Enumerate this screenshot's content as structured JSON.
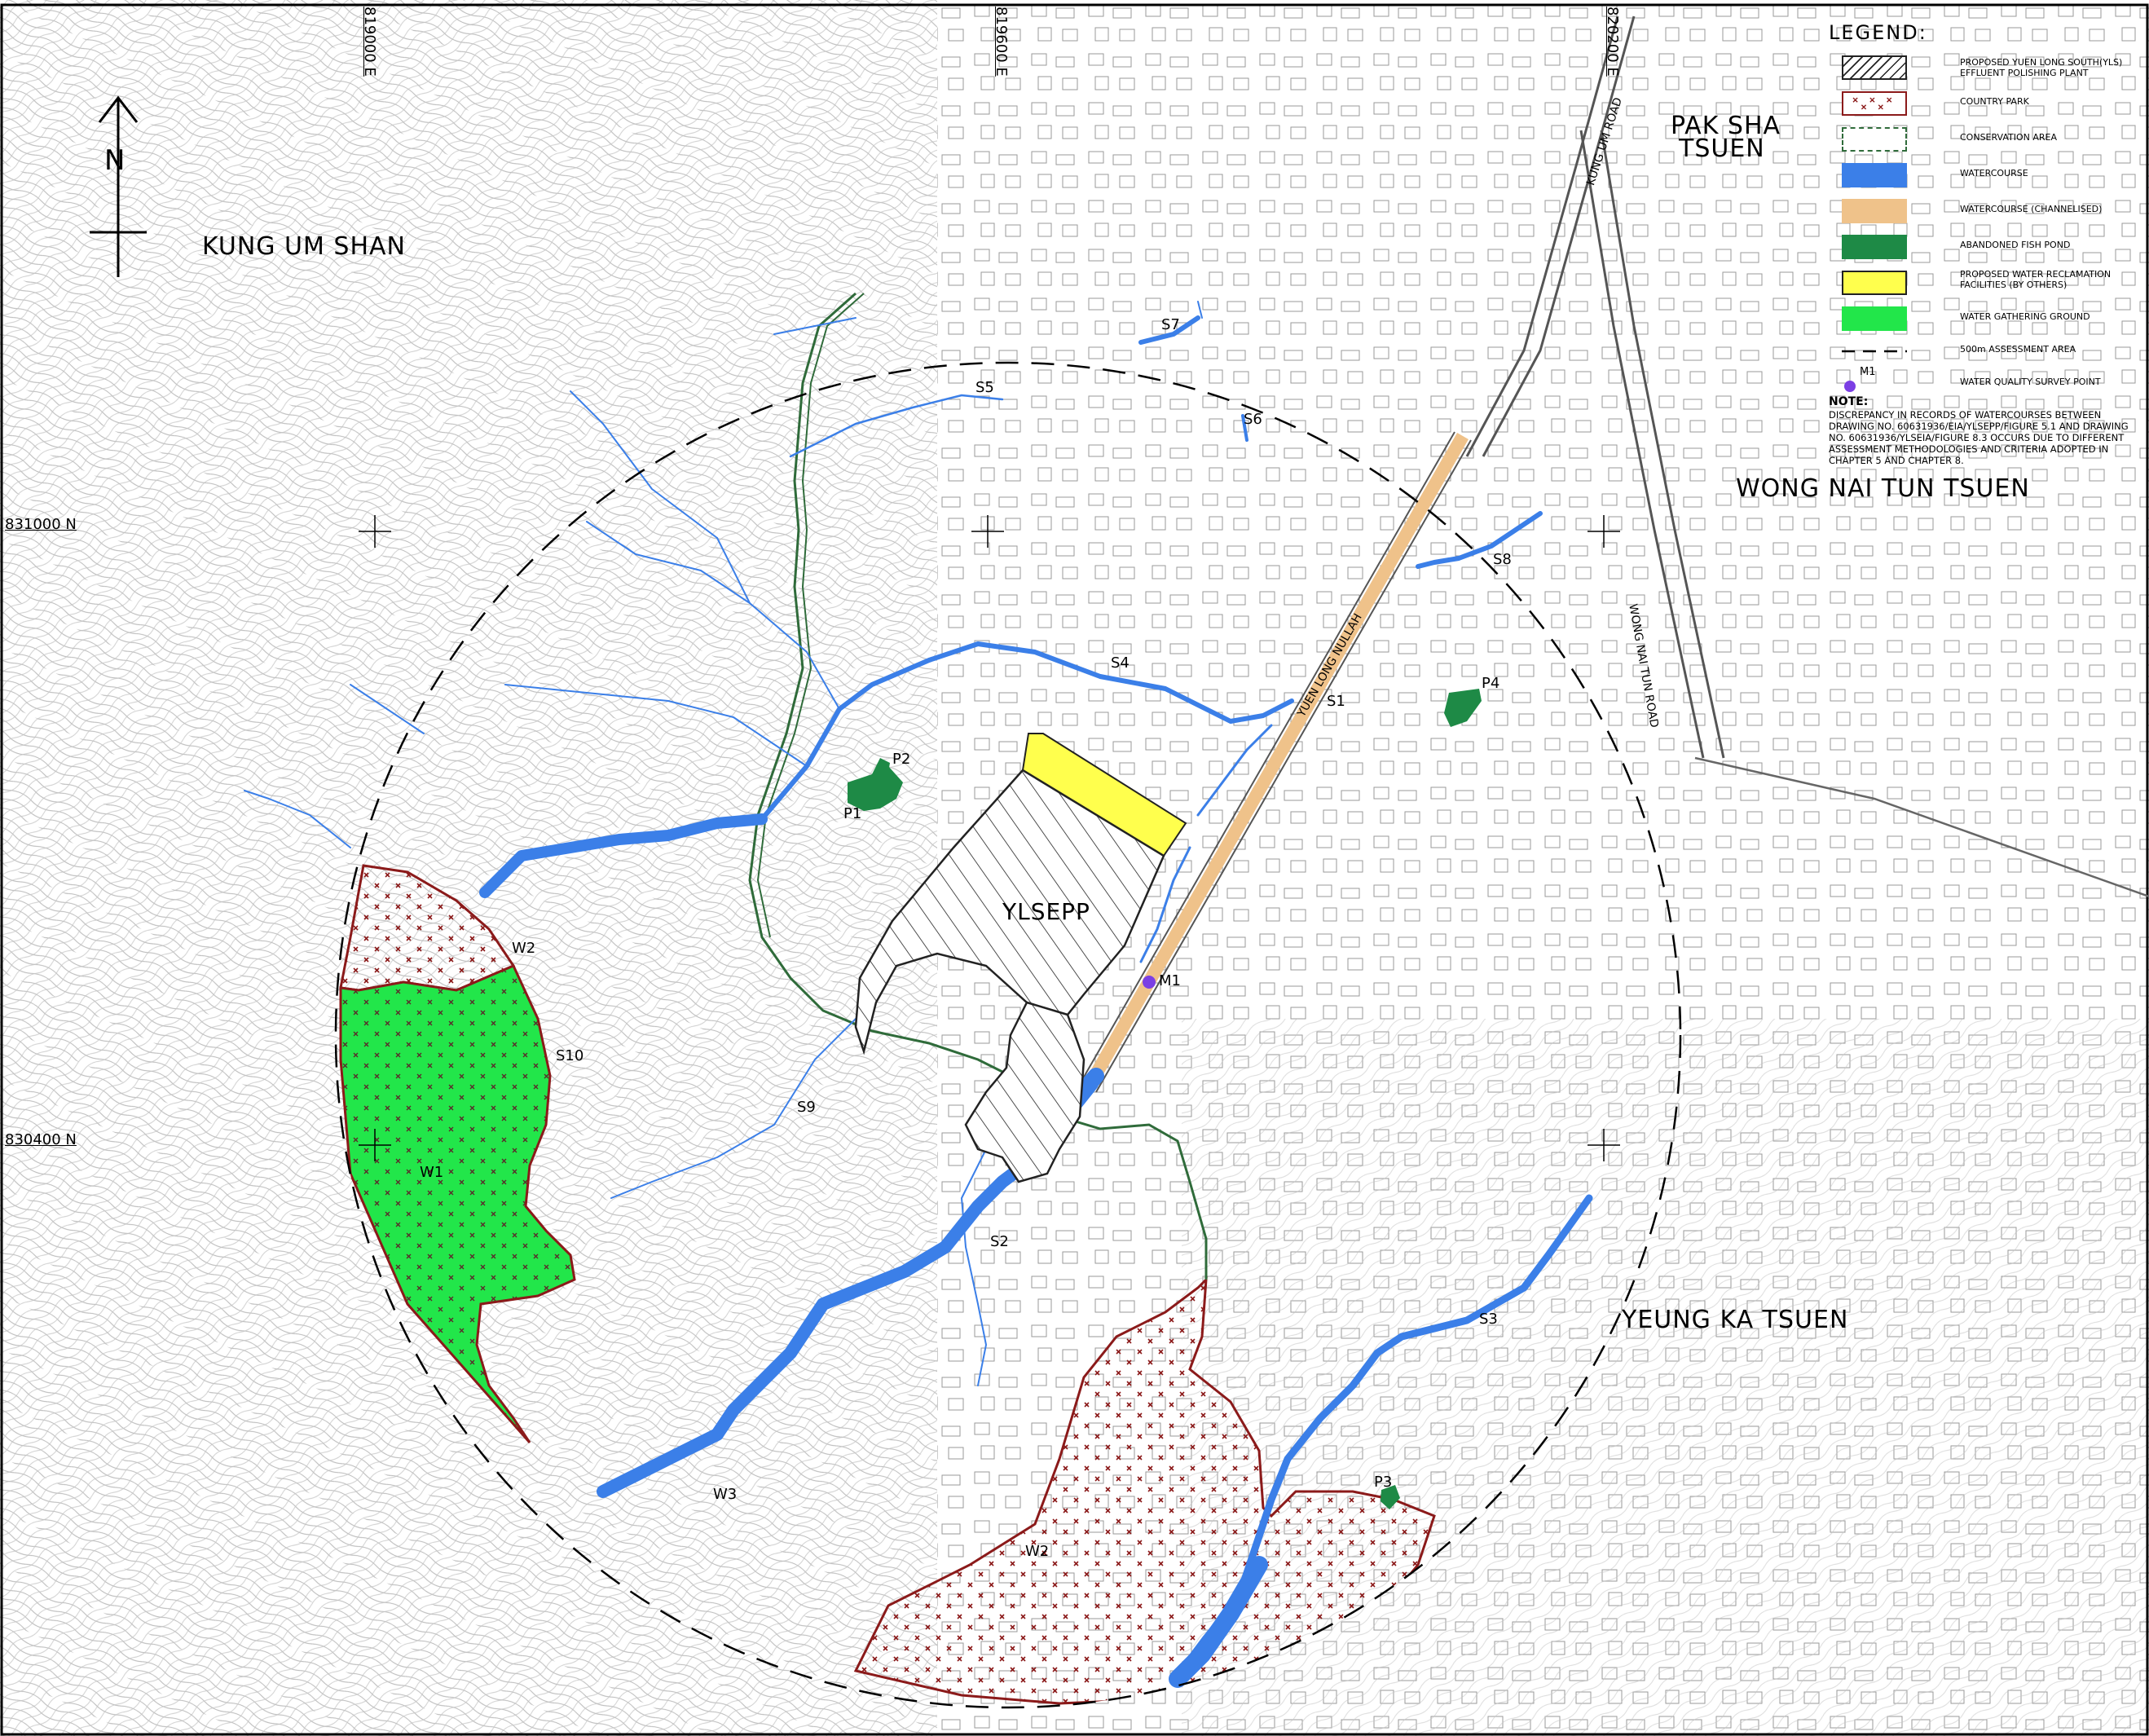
{
  "legend": {
    "title": "LEGEND:",
    "items": [
      {
        "label": "PROPOSED YUEN LONG SOUTH(YLS) EFFLUENT POLISHING PLANT",
        "swatch": "hatch",
        "color": "#222222"
      },
      {
        "label": "COUNTRY PARK",
        "swatch": "crosses",
        "color": "#8b1a1a"
      },
      {
        "label": "CONSERVATION AREA",
        "swatch": "dashed-box",
        "color": "#2f6b3a"
      },
      {
        "label": "WATERCOURSE",
        "swatch": "fill",
        "color": "#3b7fe8"
      },
      {
        "label": "WATERCOURSE (CHANNELISED)",
        "swatch": "fill",
        "color": "#efc28a"
      },
      {
        "label": "ABANDONED FISH POND",
        "swatch": "fill",
        "color": "#1e8a46"
      },
      {
        "label": "PROPOSED WATER RECLAMATION FACILITIES (BY OTHERS)",
        "swatch": "fill",
        "color": "#ffff4d"
      },
      {
        "label": "WATER GATHERING GROUND",
        "swatch": "fill",
        "color": "#22e64a"
      },
      {
        "label": "500m ASSESSMENT AREA",
        "swatch": "dash-line",
        "color": "#000000"
      },
      {
        "label": "WATER QUALITY SURVEY POINT",
        "swatch": "dot",
        "color": "#7b3fe4",
        "symbol_label": "M1"
      }
    ],
    "note_title": "NOTE:",
    "note_text": "DISCREPANCY IN RECORDS OF WATERCOURSES BETWEEN DRAWING NO. 60631936/EIA/YLSEPP/FIGURE 5.1 AND DRAWING NO. 60631936/YLSEIA/FIGURE 8.3 OCCURS DUE TO DIFFERENT ASSESSMENT METHODOLOGIES AND CRITERIA ADOPTED IN CHAPTER 5 AND CHAPTER 8."
  },
  "north_label": "N",
  "grid": {
    "eastings": [
      "819000 E",
      "819600 E",
      "820200 E"
    ],
    "northings": [
      "831000 N",
      "830400 N"
    ]
  },
  "places": {
    "kung_um_shan": "KUNG UM SHAN",
    "pak_sha_tsuen_1": "PAK SHA",
    "pak_sha_tsuen_2": "TSUEN",
    "wong_nai_tun_tsuen": "WONG NAI TUN TSUEN",
    "yeung_ka_tsuen": "YEUNG KA TSUEN",
    "ylsepp": "YLSEPP"
  },
  "roads": {
    "kung_um_road": "KUNG UM ROAD",
    "wong_nai_tun_road": "WONG NAI TUN ROAD",
    "yuen_long_nullah": "YUEN LONG NULLAH"
  },
  "features": {
    "s1": "S1",
    "s2": "S2",
    "s3": "S3",
    "s4": "S4",
    "s5": "S5",
    "s6": "S6",
    "s7": "S7",
    "s8": "S8",
    "s9": "S9",
    "s10": "S10",
    "p1": "P1",
    "p2": "P2",
    "p3": "P3",
    "p4": "P4",
    "w1": "W1",
    "w2a": "W2",
    "w2b": "W2",
    "w3": "W3",
    "m1": "M1"
  },
  "colors": {
    "watercourse": "#3b7fe8",
    "channelised": "#efc28a",
    "fish_pond": "#1e8a46",
    "reclamation": "#ffff4d",
    "gathering_ground": "#22e64a",
    "country_park": "#8b1a1a",
    "conservation": "#2f6b3a",
    "survey_point": "#7b3fe4"
  }
}
